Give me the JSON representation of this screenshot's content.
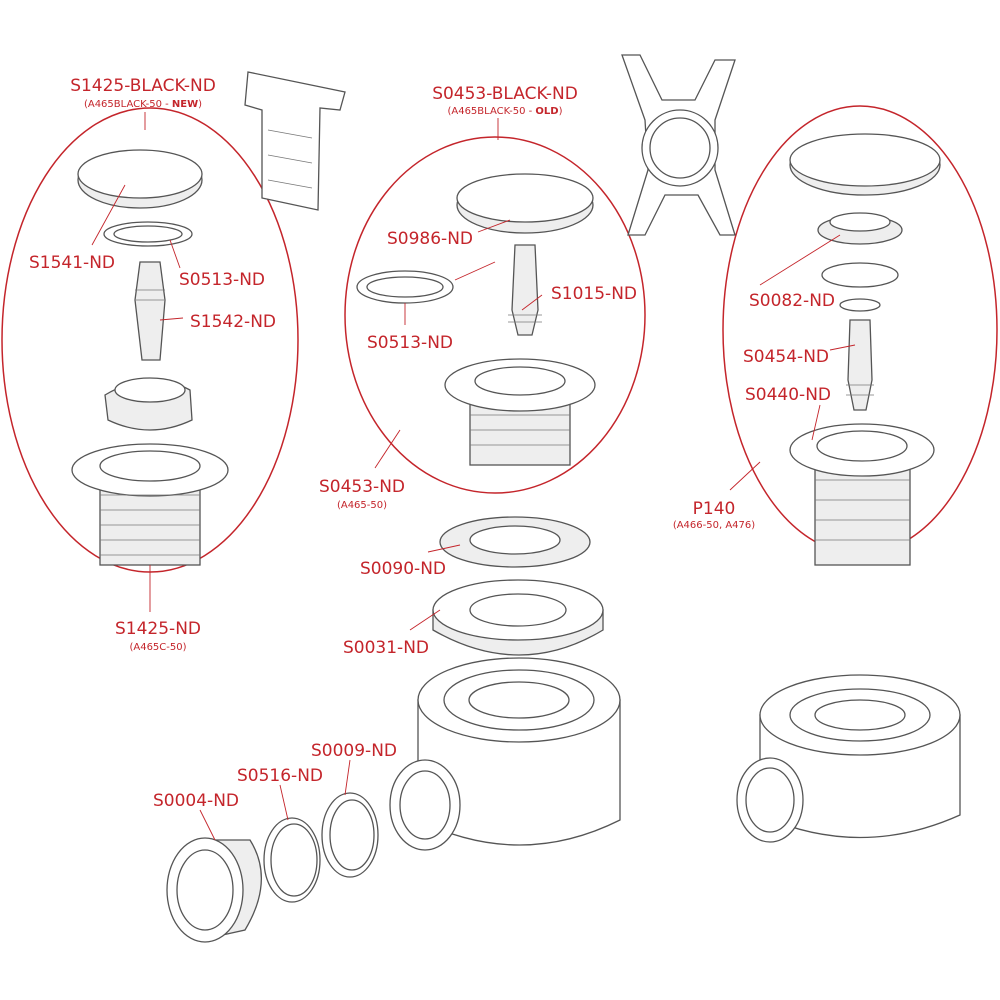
{
  "groups": [
    {
      "title": "S1425-BLACK-ND",
      "subtitle_prefix": "(A465BLACK-50 - ",
      "subtitle_emph": "NEW",
      "subtitle_suffix": ")",
      "assembly": "S1425-ND",
      "assembly_sub": "(A465C-50)"
    },
    {
      "title": "S0453-BLACK-ND",
      "subtitle_prefix": "(A465BLACK-50 - ",
      "subtitle_emph": "OLD",
      "subtitle_suffix": ")",
      "assembly": "S0453-ND",
      "assembly_sub": "(A465-50)"
    },
    {
      "assembly": "P140",
      "assembly_sub": "(A466-50, A476)"
    }
  ],
  "parts": {
    "s1541": "S1541-ND",
    "s0513_left": "S0513-ND",
    "s1542": "S1542-ND",
    "s0986": "S0986-ND",
    "s1015": "S1015-ND",
    "s0513_mid": "S0513-ND",
    "s0082": "S0082-ND",
    "s0454": "S0454-ND",
    "s0440": "S0440-ND",
    "s0090": "S0090-ND",
    "s0031": "S0031-ND",
    "s0009": "S0009-ND",
    "s0516": "S0516-ND",
    "s0004": "S0004-ND"
  },
  "colors": {
    "accent": "#c4252b",
    "line": "#555555"
  }
}
